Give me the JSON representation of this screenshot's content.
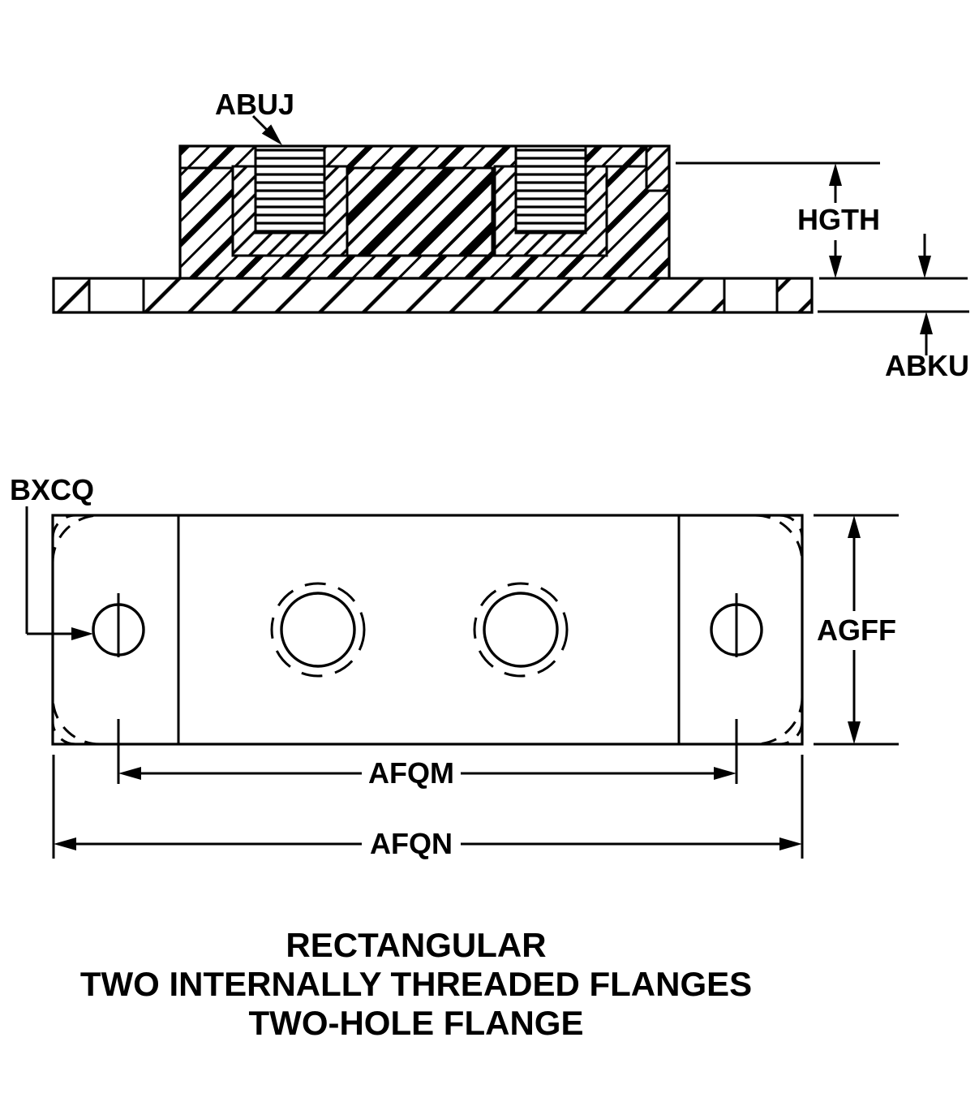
{
  "drawing": {
    "kind": "engineering-drawing",
    "section_view": {
      "insert_label": "ABUJ",
      "height_label": "HGTH",
      "plate_thickness_label": "ABKU"
    },
    "plan_view": {
      "hole_label": "BXCQ",
      "width_label": "AGFF",
      "hole_spacing_label": "AFQM",
      "overall_length_label": "AFQN"
    },
    "title": {
      "line1": "RECTANGULAR",
      "line2": "TWO INTERNALLY THREADED FLANGES",
      "line3": "TWO-HOLE FLANGE"
    },
    "colors": {
      "ink": "#000000",
      "paper": "#ffffff"
    }
  }
}
